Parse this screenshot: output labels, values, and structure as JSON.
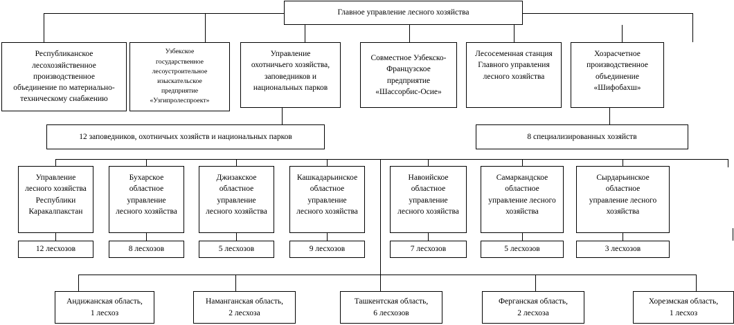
{
  "main": {
    "label": "Главное управление лесного хозяйства"
  },
  "level1": [
    {
      "label": "Республиканское\nлесохозяйственное\nпроизводственное\nобъединение по материально-\nтехническому снабжению"
    },
    {
      "label": "Узбекское\nгосударственное\nлесоустроительное\nизыскательское\nпредприятие\n«Узгипролеспроект»"
    },
    {
      "label": "Управление\nохотничьего хозяйства,\nзаповедников и\nнациональных парков"
    },
    {
      "label": "Совместное Узбекско-\nФранцузское\nпредприятие\n«Шассорбис-Осие»"
    },
    {
      "label": "Лесосеменная станция\nГлавного управления\nлесного хозяйства"
    },
    {
      "label": "Хозрасчетное\nпроизводственное\nобъединение\n«Шифобахш»"
    }
  ],
  "groups": [
    {
      "label": "12 заповедников, охотничьих хозяйств и национальных парков"
    },
    {
      "label": "8 специализированных хозяйств"
    }
  ],
  "regions": [
    {
      "label": "Управление\nлесного хозяйства\nРеспублики\nКаракалпакстан",
      "count": "12 лесхозов"
    },
    {
      "label": "Бухарское\nобластное\nуправление\nлесного хозяйства",
      "count": "8 лесхозов"
    },
    {
      "label": "Джизакское\nобластное\nуправление\nлесного хозяйства",
      "count": "5 лесхозов"
    },
    {
      "label": "Кашкадарьинское\nобластное\nуправление\nлесного хозяйства",
      "count": "9 лесхозов"
    },
    {
      "label": "Навоийское\nобластное\nуправление\nлесного хозяйства",
      "count": "7 лесхозов"
    },
    {
      "label": "Самаркандское\nобластное\nуправление лесного\nхозяйства",
      "count": "5 лесхозов"
    },
    {
      "label": "Сырдарьинское\nобластное\nуправление лесного\nхозяйства",
      "count": "3 лесхозов"
    }
  ],
  "oblasts": [
    {
      "label": "Андижанская область,\n1 лесхоз"
    },
    {
      "label": "Наманганская область,\n2 лесхоза"
    },
    {
      "label": "Ташкентская область,\n6 лесхозов"
    },
    {
      "label": "Ферганская область,\n2 лесхоза"
    },
    {
      "label": "Хорезмская область,\n1 лесхоз"
    }
  ]
}
